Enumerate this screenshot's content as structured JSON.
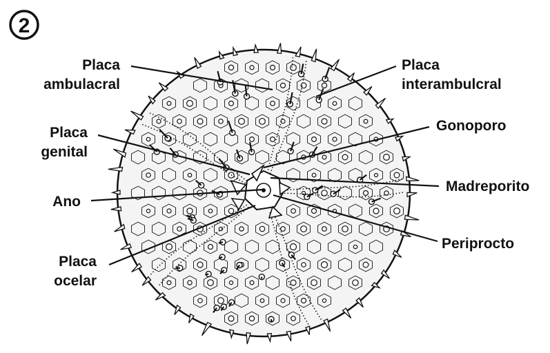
{
  "figure_number": "2",
  "labels": {
    "placa_ambulacral": [
      "Placa",
      "ambulacral"
    ],
    "placa_interambulacral": [
      "Placa",
      "interambulcral"
    ],
    "gonoporo": "Gonoporo",
    "placa_genital": [
      "Placa",
      "genital"
    ],
    "madreporito": "Madreporito",
    "ano": "Ano",
    "periprocto": "Periprocto",
    "placa_ocelar": [
      "Placa",
      "ocelar"
    ]
  },
  "colors": {
    "ink": "#111111",
    "background": "#ffffff"
  }
}
